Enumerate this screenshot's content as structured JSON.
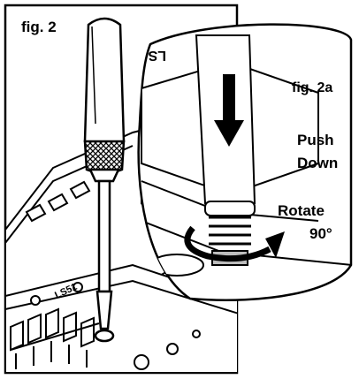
{
  "figure": {
    "main_label": "fig. 2",
    "inset_label": "fig. 2a",
    "push_line1": "Push",
    "push_line2": "Down",
    "rotate_line1": "Rotate",
    "rotate_line2": "90°",
    "part_marking_main": "LS51",
    "part_marking_inset": "LS"
  },
  "colors": {
    "ink": "#000000",
    "paper": "#ffffff",
    "shade": "#bdbdbd"
  }
}
